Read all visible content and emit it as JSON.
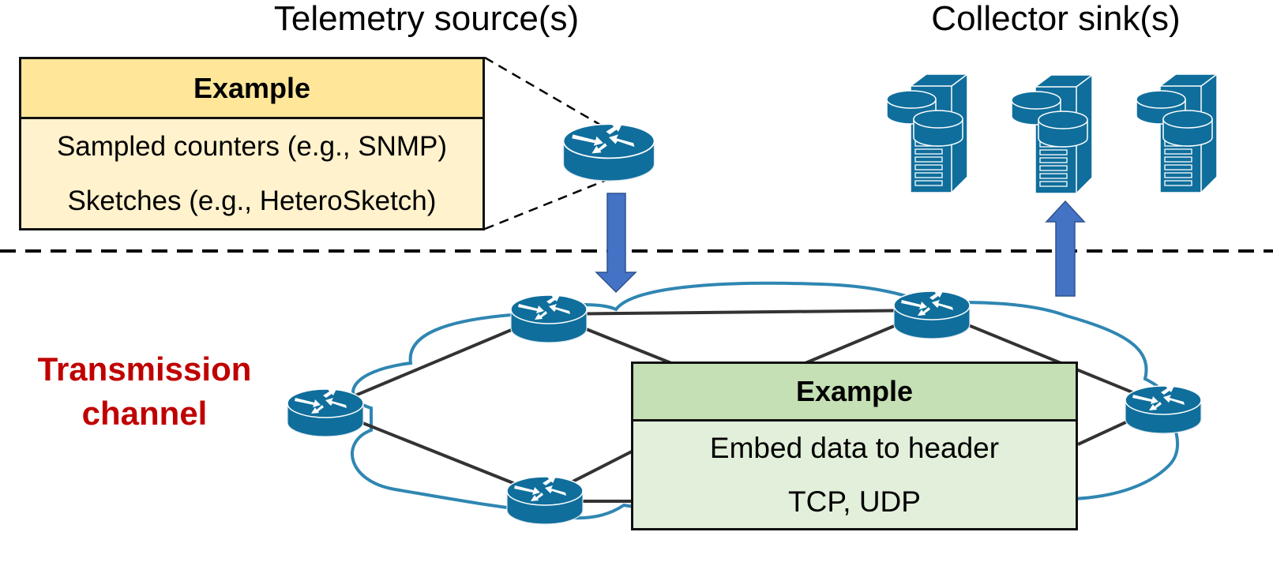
{
  "diagram": {
    "titles": {
      "telemetry_source": "Telemetry source(s)",
      "collector_sink": "Collector sink(s)"
    },
    "channel_label": {
      "line1": "Transmission",
      "line2": "channel"
    },
    "source_example_box": {
      "header": "Example",
      "rows": [
        "Sampled counters (e.g., SNMP)",
        "Sketches (e.g., HeteroSketch)"
      ]
    },
    "channel_example_box": {
      "header": "Example",
      "rows": [
        "Embed data to header",
        "TCP, UDP"
      ]
    },
    "colors": {
      "device_blue": "#0f6e9c",
      "arrow_blue": "#4472c4",
      "cloud_outline": "#2f86b2",
      "label_red": "#c00000",
      "source_header_fill": "#ffe699",
      "source_body_fill": "#fff2cc",
      "channel_header_fill": "#c5e0b4",
      "channel_body_fill": "#e2efda"
    },
    "icons": {
      "router": "router-icon",
      "server": "database-server-icon",
      "down_arrow": "down-arrow-icon",
      "up_arrow": "up-arrow-icon",
      "cloud": "network-cloud"
    }
  }
}
